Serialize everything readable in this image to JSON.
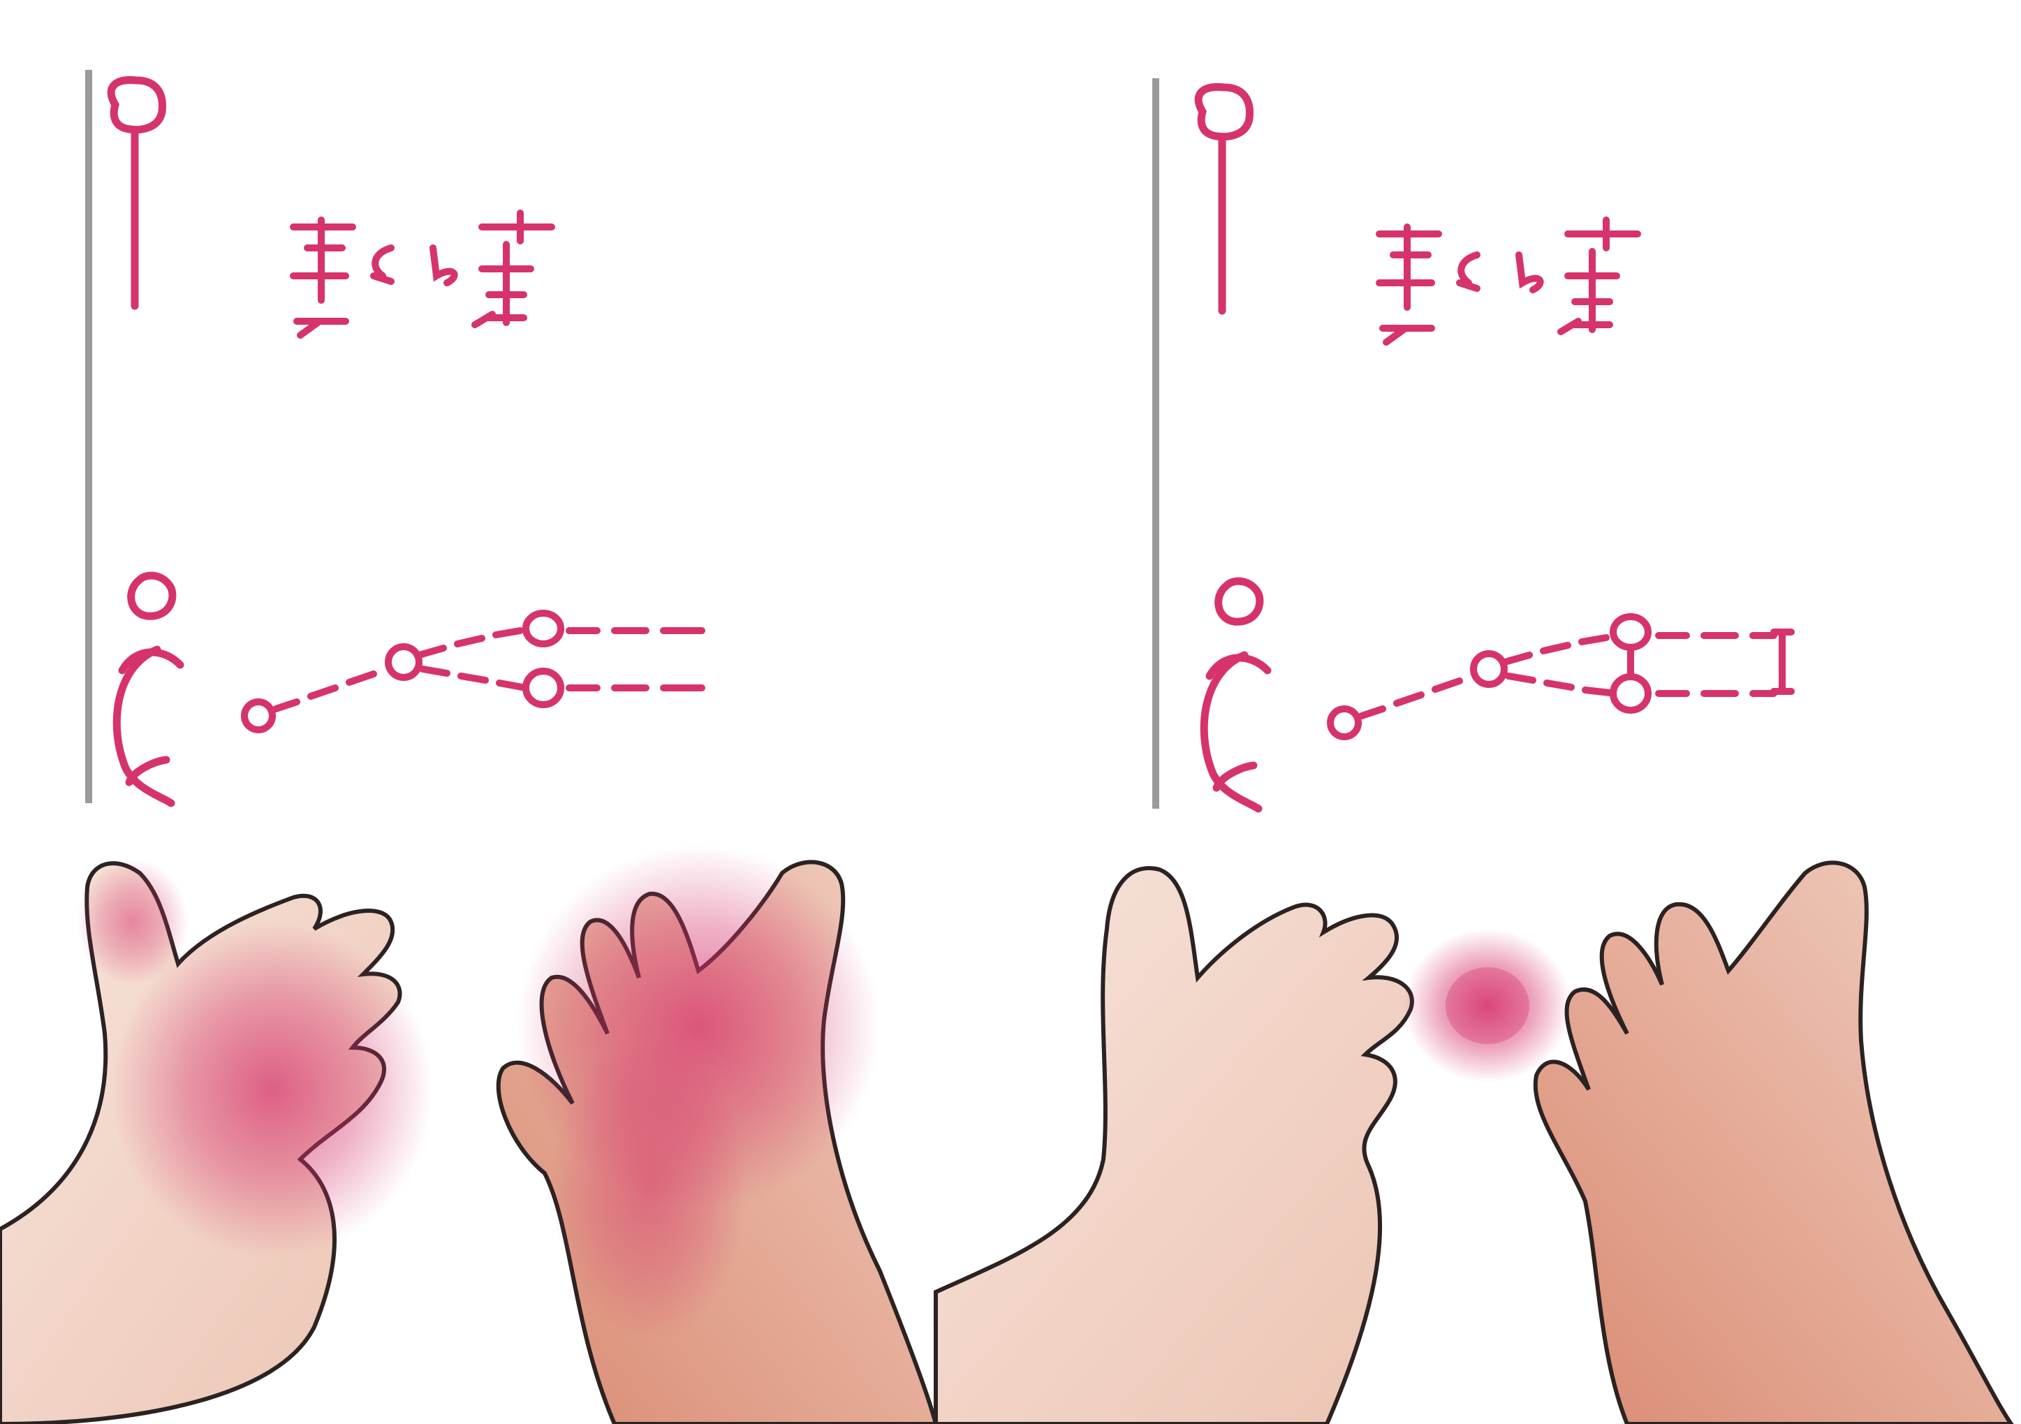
{
  "colors": {
    "background": "#ffffff",
    "staff_line": "#9a9a9a",
    "notation_ink": "#d6336c",
    "glow": "#d6336c",
    "skin_light": "#f6ddd2",
    "skin_mid": "#eab8a4",
    "skin_warm": "#d9826a",
    "outline": "#2b2222"
  },
  "panels": [
    {
      "id": "left",
      "staves": [
        "upper-staff",
        "lower-staff"
      ],
      "glyphs": [
        "open-head-symbol",
        "chord-markings",
        "clef-like-symbol",
        "dotted-contour",
        "held-dashes"
      ],
      "hands": "glow-on-palms"
    },
    {
      "id": "right",
      "staves": [
        "upper-staff",
        "lower-staff"
      ],
      "glyphs": [
        "open-head-symbol",
        "chord-markings",
        "clef-like-symbol",
        "dotted-contour",
        "held-dashes",
        "end-bar"
      ],
      "hands": "glow-between-hands"
    }
  ]
}
